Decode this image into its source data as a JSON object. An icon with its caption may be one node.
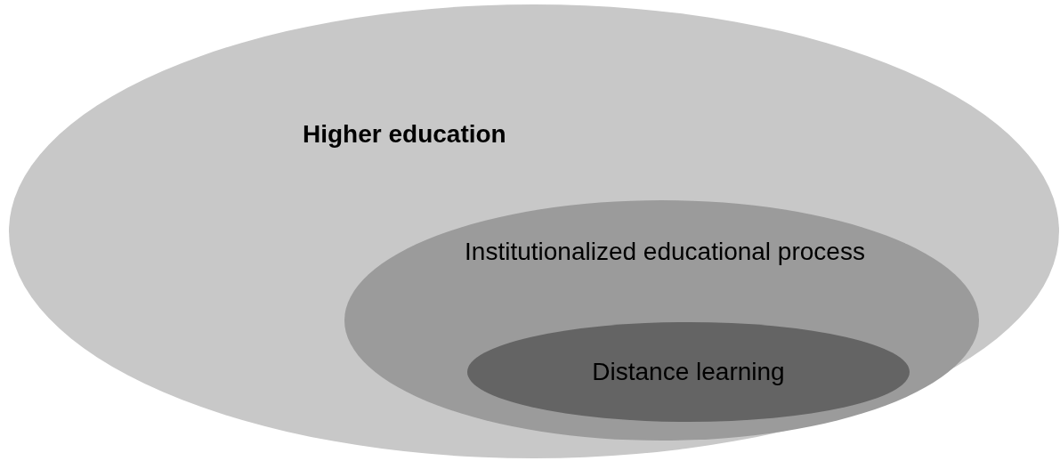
{
  "diagram": {
    "nodes": [
      {
        "text": [
          "Higher education"
        ]
      },
      {
        "text": [
          "Institutionalized educational process"
        ],
        "in": 0
      },
      {
        "text": [
          "Distance learning"
        ],
        "in": 1
      }
    ]
  }
}
